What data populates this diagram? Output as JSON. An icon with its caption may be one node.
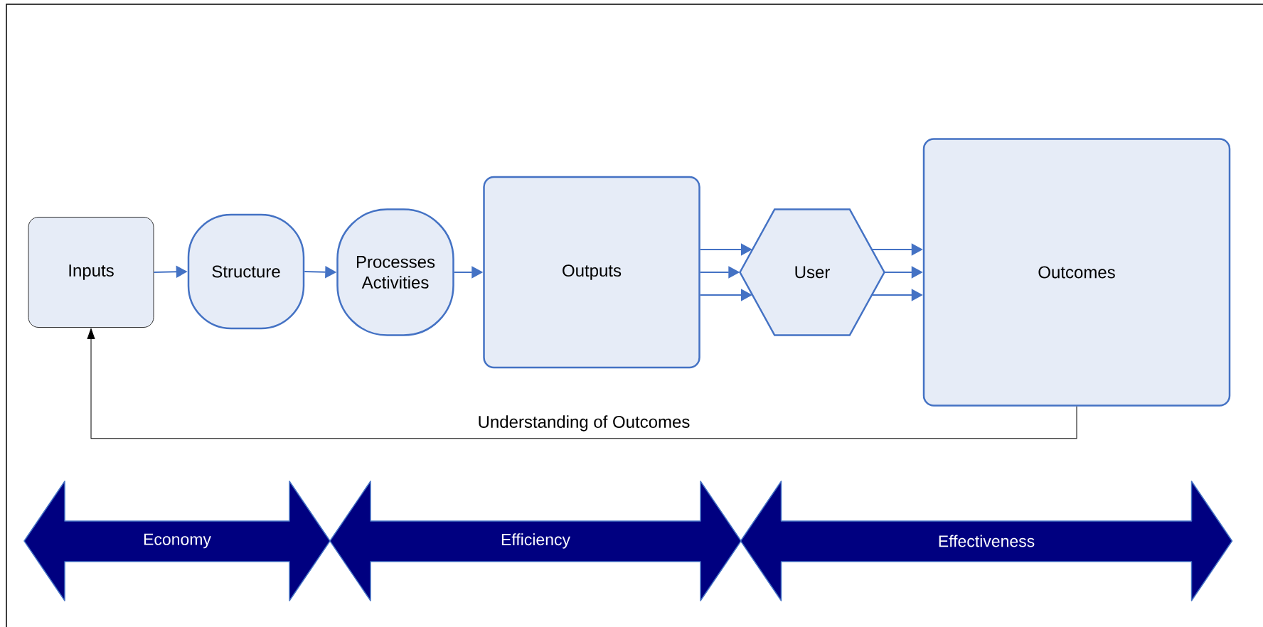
{
  "diagram": {
    "nodes": [
      {
        "text": [
          "Inputs"
        ]
      },
      {
        "text": [
          "Structure"
        ]
      },
      {
        "text": [
          "Processes Activities"
        ]
      },
      {
        "text": [
          "Outputs"
        ]
      },
      {
        "text": [
          "User"
        ]
      },
      {
        "text": [
          "Outcomes"
        ]
      },
      {
        "text": [
          "Economy"
        ]
      },
      {
        "text": [
          "Efficiency"
        ]
      },
      {
        "text": [
          "Effectiveness"
        ]
      }
    ],
    "edges": [
      {
        "from": 0,
        "to": 1,
        "arrow": "to"
      },
      {
        "from": 1,
        "to": 2,
        "arrow": "to"
      },
      {
        "from": 2,
        "to": 3,
        "arrow": "to"
      },
      {
        "from": 3,
        "to": 4,
        "arrow": "to"
      },
      {
        "from": 3,
        "to": 4,
        "arrow": "to"
      },
      {
        "from": 3,
        "to": 4,
        "arrow": "to"
      },
      {
        "from": 4,
        "to": 5,
        "arrow": "to"
      },
      {
        "from": 4,
        "to": 5,
        "arrow": "to"
      },
      {
        "from": 4,
        "to": 5,
        "arrow": "to"
      },
      {
        "from": 5,
        "to": 0,
        "arrow": "to",
        "label": "Understanding of Outcomes",
        "color": "#000000"
      }
    ]
  }
}
